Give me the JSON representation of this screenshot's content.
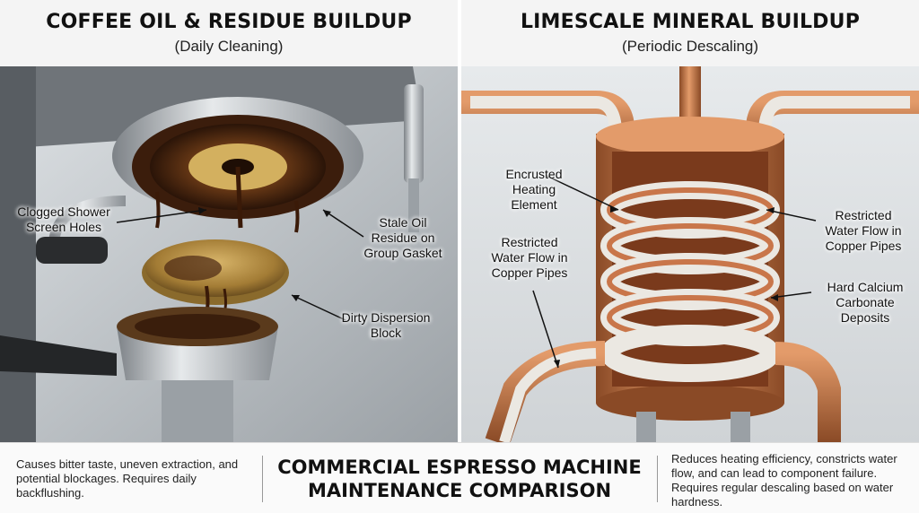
{
  "left_panel": {
    "title": "COFFEE OIL & RESIDUE BUILDUP",
    "subtitle": "(Daily Cleaning)",
    "labels": {
      "shower_screen": "Clogged Shower\nScreen Holes",
      "gasket": "Stale Oil\nResidue on\nGroup Gasket",
      "dispersion": "Dirty Dispersion\nBlock"
    }
  },
  "right_panel": {
    "title": "LIMESCALE MINERAL BUILDUP",
    "subtitle": "(Periodic Descaling)",
    "labels": {
      "heating": "Encrusted\nHeating\nElement",
      "pipes_right": "Restricted\nWater Flow in\nCopper Pipes",
      "pipes_left": "Restricted\nWater Flow in\nCopper Pipes",
      "deposits": "Hard Calcium\nCarbonate\nDeposits"
    }
  },
  "footer": {
    "left_desc": "Causes bitter taste, uneven extraction, and potential blockages. Requires daily backflushing.",
    "center_title": "COMMERCIAL ESPRESSO MACHINE MAINTENANCE COMPARISON",
    "right_desc": "Reduces heating efficiency, constricts water flow, and can lead to component failure. Requires regular descaling based on water hardness."
  },
  "colors": {
    "copper": "#c9764a",
    "steel": "#b8bcc0",
    "coffee": "#4a2612",
    "scale": "#ebe8e2"
  }
}
